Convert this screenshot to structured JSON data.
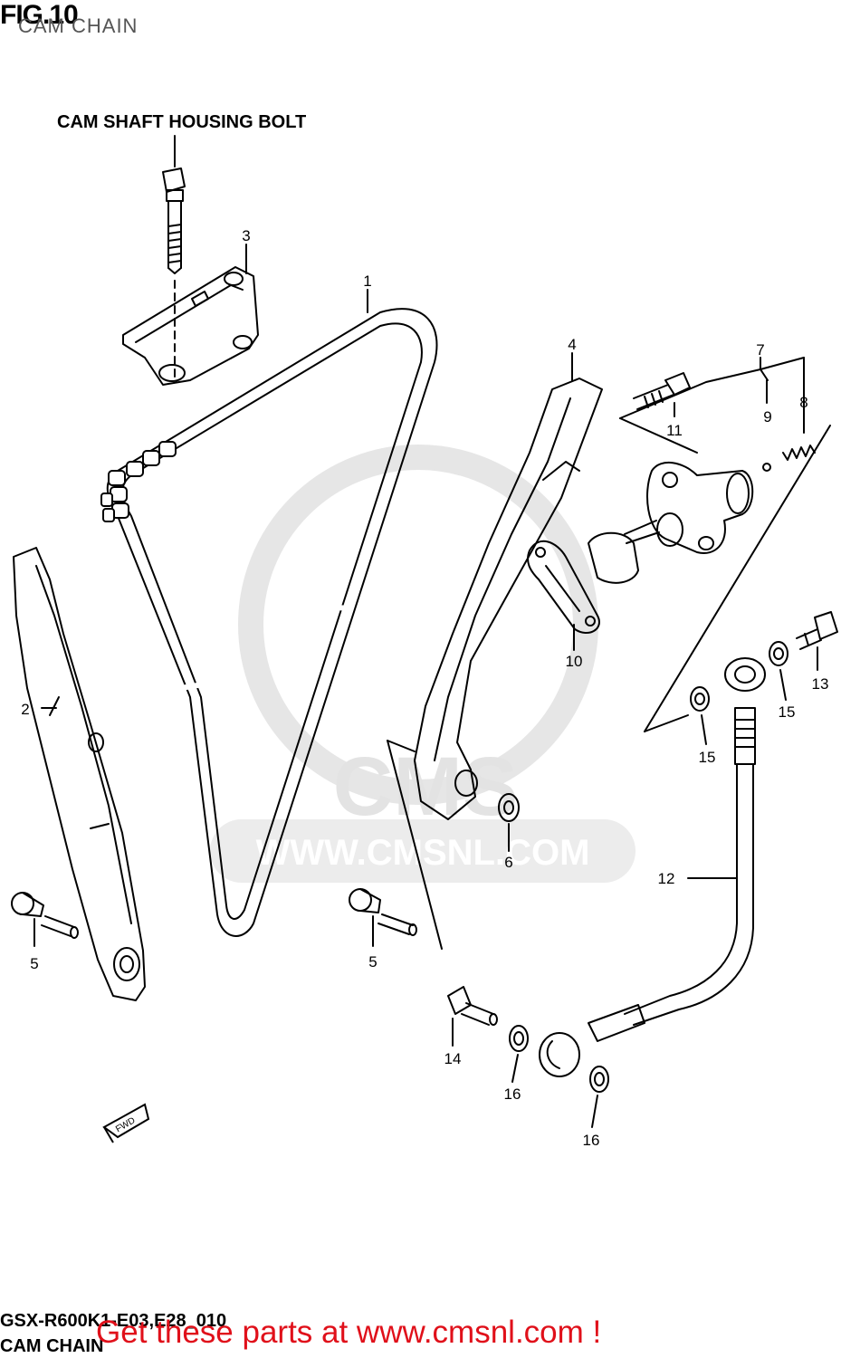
{
  "header": {
    "fig_title": "FIG.10",
    "fig_subtitle": "CAM CHAIN"
  },
  "diagram": {
    "callout_heading": "CAM SHAFT HOUSING BOLT",
    "parts": [
      {
        "id": "p1",
        "number": "1"
      },
      {
        "id": "p2",
        "number": "2"
      },
      {
        "id": "p3",
        "number": "3"
      },
      {
        "id": "p4",
        "number": "4"
      },
      {
        "id": "p5a",
        "number": "5"
      },
      {
        "id": "p5b",
        "number": "5"
      },
      {
        "id": "p6",
        "number": "6"
      },
      {
        "id": "p7",
        "number": "7"
      },
      {
        "id": "p8",
        "number": "8"
      },
      {
        "id": "p9",
        "number": "9"
      },
      {
        "id": "p10",
        "number": "10"
      },
      {
        "id": "p11",
        "number": "11"
      },
      {
        "id": "p12",
        "number": "12"
      },
      {
        "id": "p13",
        "number": "13"
      },
      {
        "id": "p14",
        "number": "14"
      },
      {
        "id": "p15a",
        "number": "15"
      },
      {
        "id": "p15b",
        "number": "15"
      },
      {
        "id": "p16a",
        "number": "16"
      },
      {
        "id": "p16b",
        "number": "16"
      }
    ],
    "fwd_label": "FWD"
  },
  "watermark": {
    "brand": "CMS",
    "url": "WWW.CMSNL.COM"
  },
  "footer": {
    "model_code": "GSX-R600K1-E03,E28_010",
    "section_name": "CAM CHAIN",
    "promo_text": "Get these parts at www.cmsnl.com !"
  },
  "colors": {
    "promo": "#e0101a",
    "watermark": "#e3e3e3",
    "line": "#000000"
  }
}
